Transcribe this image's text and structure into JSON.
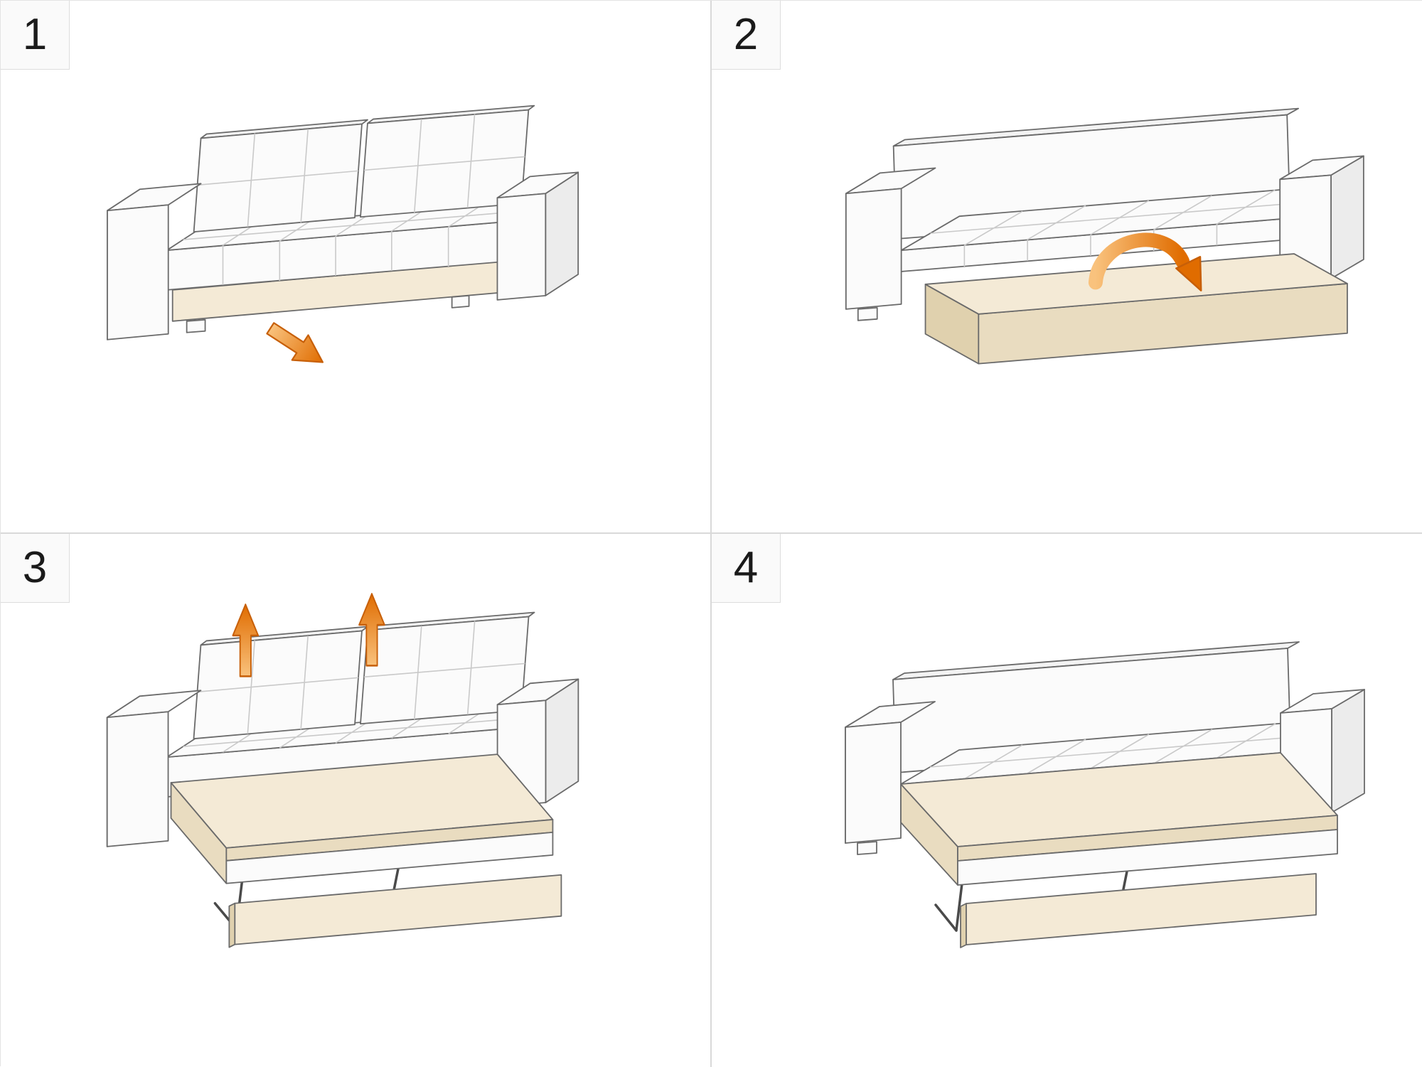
{
  "steps": [
    {
      "number": "1",
      "arrow_icon": "pull-out-arrow"
    },
    {
      "number": "2",
      "arrow_icon": "flip-over-arrow"
    },
    {
      "number": "3",
      "arrow_icon": "lift-up-arrows"
    },
    {
      "number": "4",
      "arrow_icon": "none"
    }
  ],
  "colors": {
    "arrow-orange": "#e8791c",
    "arrow-orange-dark": "#c75f08",
    "upholstery-white": "#fbfbfb",
    "upholstery-shadow": "#ececec",
    "wood-cream": "#f4ead6",
    "wood-cream-dark": "#e9dcc0",
    "outline-gray": "#6a6a6a",
    "seam-gray": "#c9c9c9",
    "panel-border": "#d9d9d9",
    "badge-bg": "#fafafa",
    "number-color": "#1a1a1a"
  }
}
